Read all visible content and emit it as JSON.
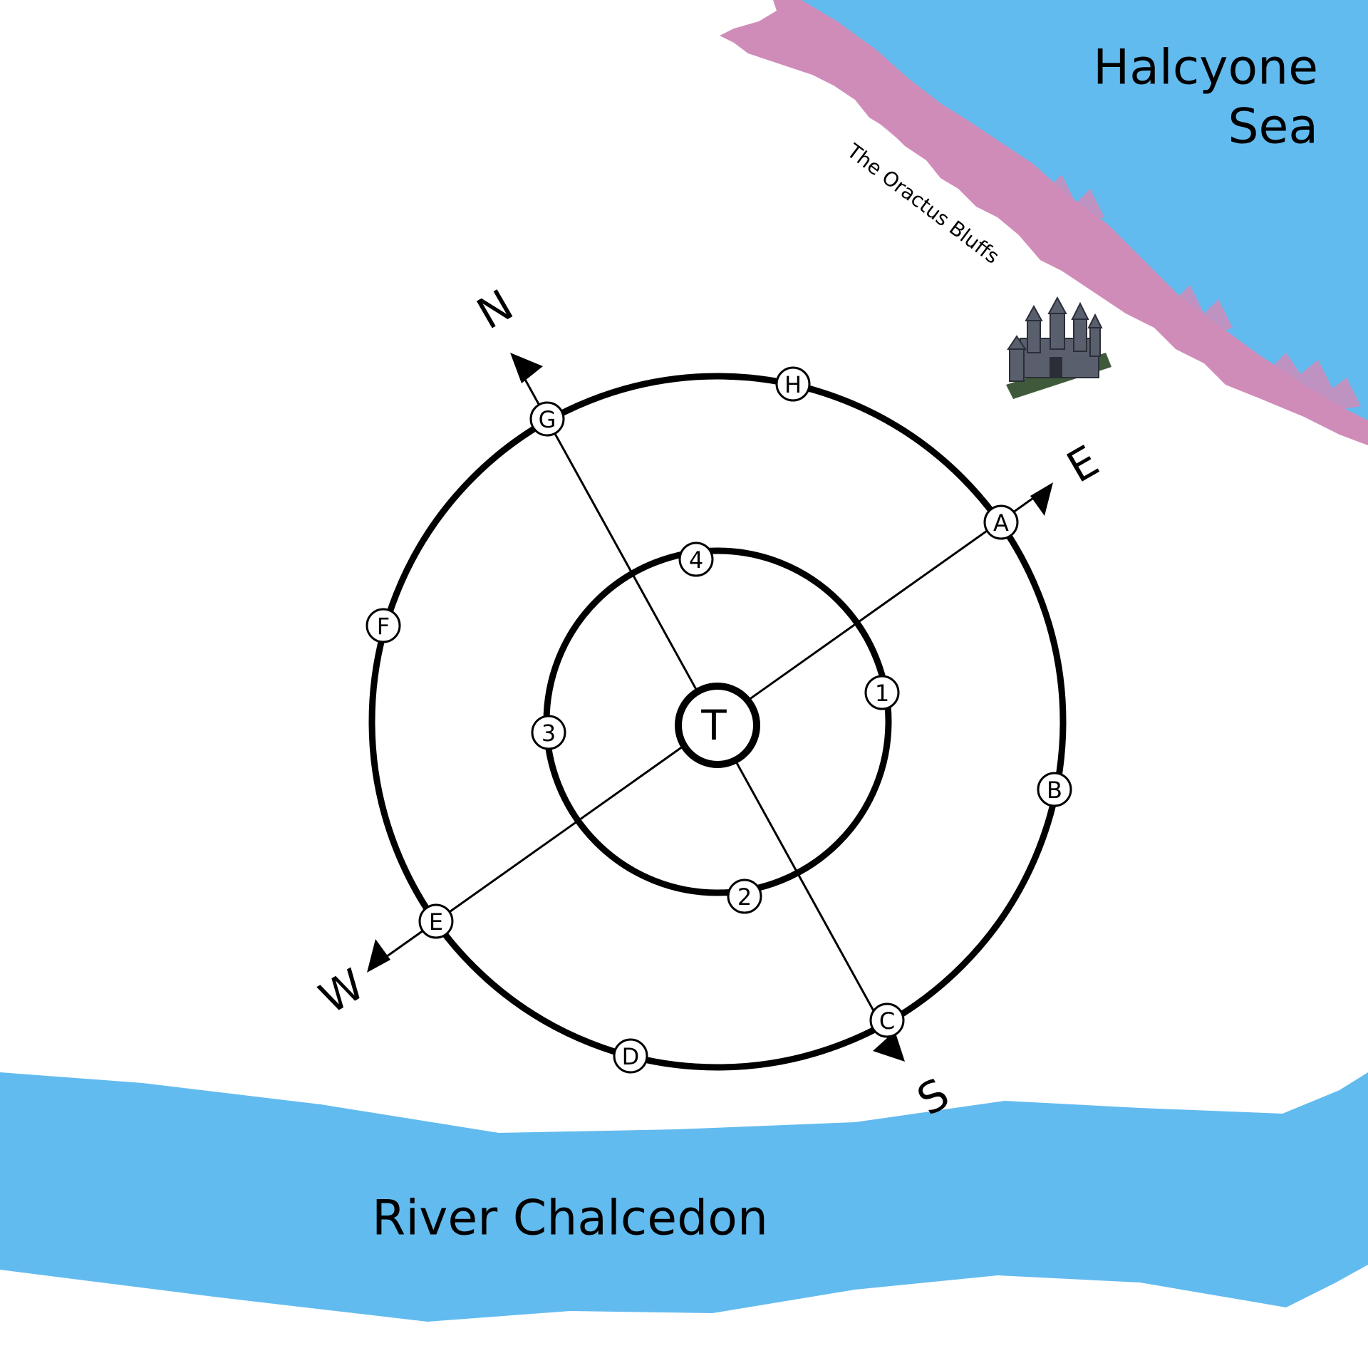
{
  "water_color": "#62bbef",
  "bluff_color": "#d08cb8",
  "places": {
    "sea": {
      "line1": "Halcyone",
      "line2": "Sea"
    },
    "river": {
      "name": "River Chalcedon"
    },
    "bluffs": {
      "name": "The Oractus Bluffs"
    },
    "castle": {
      "icon": "castle-icon"
    }
  },
  "compass": {
    "center_label": "T",
    "north": "N",
    "south": "S",
    "east": "E",
    "west": "W"
  },
  "outer_ring_markers": [
    "A",
    "B",
    "C",
    "D",
    "E",
    "F",
    "G",
    "H"
  ],
  "inner_ring_markers": [
    "1",
    "2",
    "3",
    "4"
  ]
}
